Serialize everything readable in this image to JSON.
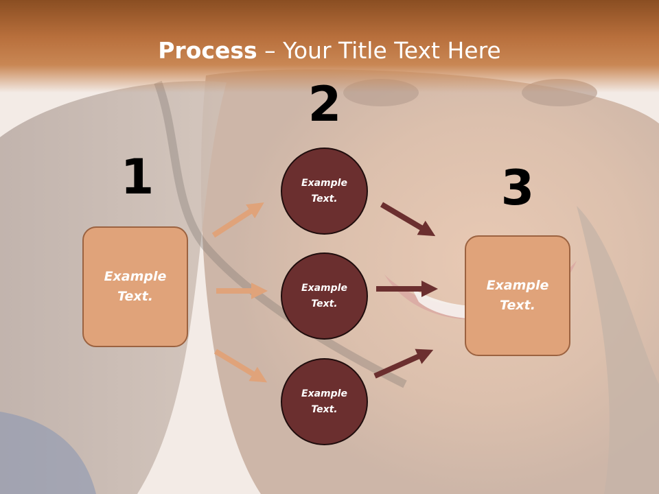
{
  "title": {
    "bold": "Process",
    "rest": " – Your Title Text Here"
  },
  "steps": [
    {
      "number": "1"
    },
    {
      "number": "2"
    },
    {
      "number": "3"
    }
  ],
  "left_box": {
    "line1": "Example",
    "line2": "Text."
  },
  "right_box": {
    "line1": "Example",
    "line2": "Text."
  },
  "circles": [
    {
      "line1": "Example",
      "line2": "Text."
    },
    {
      "line1": "Example",
      "line2": "Text."
    },
    {
      "line1": "Example",
      "line2": "Text."
    }
  ],
  "colors": {
    "header": "#b86f3c",
    "box_fill": "#e0a37a",
    "circle_fill": "#6b2f2f",
    "arrow_light": "#e0a37a",
    "arrow_dark": "#6b2f2f"
  }
}
